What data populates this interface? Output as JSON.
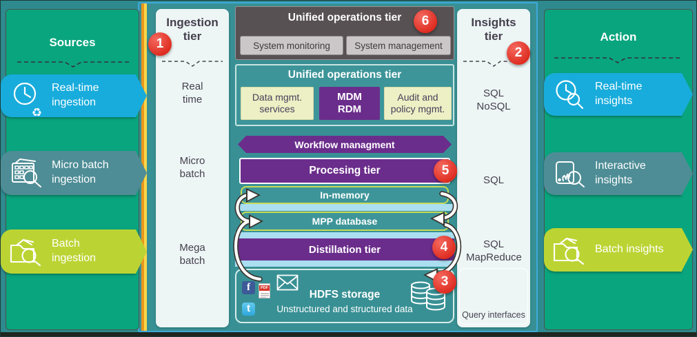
{
  "colors": {
    "background_teal": "#2E8A8E",
    "panel_green": "#09A57E",
    "column_bg": "#EDF6F5",
    "badge_blue": "#18ACDC",
    "badge_teal": "#4E8D96",
    "badge_lime": "#BCD433",
    "dark_box": "#585153",
    "button_gray": "#CBC6C8",
    "purple": "#6B2D8B",
    "pale_yellow": "#EDEFC4",
    "light_blue_band": "#AADEF0",
    "lime_border": "#C9DC55",
    "number_badge_red": "#E9392E",
    "orange_accent": "#E8971E"
  },
  "sources_panel": {
    "title": "Sources",
    "items": [
      {
        "label": "Real-time ingestion",
        "icon": "clock-recycle-icon",
        "color": "#18ACDC",
        "overlay_glyph": "♻"
      },
      {
        "label": "Micro batch ingestion",
        "icon": "calendar-magnifier-icon",
        "color": "#4E8D96"
      },
      {
        "label": "Batch ingestion",
        "icon": "folder-magnifier-icon",
        "color": "#BCD433"
      }
    ]
  },
  "ingestion_column": {
    "title": "Ingestion tier",
    "badge": "1",
    "labels": [
      "Real time",
      "Micro batch",
      "Mega batch"
    ]
  },
  "operations_tier_top": {
    "title": "Unified operations tier",
    "badge": "6",
    "buttons": [
      "System monitoring",
      "System management"
    ]
  },
  "operations_tier_inner": {
    "title": "Unified operations tier",
    "boxes": [
      "Data mgmt. services",
      "MDM RDM",
      "Audit and policy mgmt."
    ]
  },
  "workflow_band": {
    "label": "Workflow managment"
  },
  "processing_tier": {
    "label": "Procesing tier",
    "badge": "5"
  },
  "storage_stack": {
    "in_memory": "In-memory",
    "mpp": "MPP database",
    "distillation": "Distillation tier",
    "distillation_badge": "4"
  },
  "hdfs_box": {
    "title": "HDFS storage",
    "subtitle": "Unstructured and structured data",
    "badge": "3",
    "facebook_letter": "f",
    "twitter_letter": "t",
    "pdf_label": "PDF",
    "icons": [
      "facebook-icon",
      "pdf-icon",
      "envelope-icon",
      "twitter-icon",
      "database-cylinders-icon"
    ]
  },
  "insights_column": {
    "title": "Insights tier",
    "badge": "2",
    "labels": [
      "SQL NoSQL",
      "SQL",
      "SQL MapReduce"
    ],
    "query_box_label": "Query interfaces"
  },
  "action_panel": {
    "title": "Action",
    "items": [
      {
        "label": "Real-time insights",
        "icon": "clock-magnifier-icon",
        "color": "#18ACDC"
      },
      {
        "label": "Interactive insights",
        "icon": "tablet-magnifier-icon",
        "color": "#4E8D96"
      },
      {
        "label": "Batch insights",
        "icon": "folder-magnifier-icon",
        "color": "#BCD433"
      }
    ]
  }
}
